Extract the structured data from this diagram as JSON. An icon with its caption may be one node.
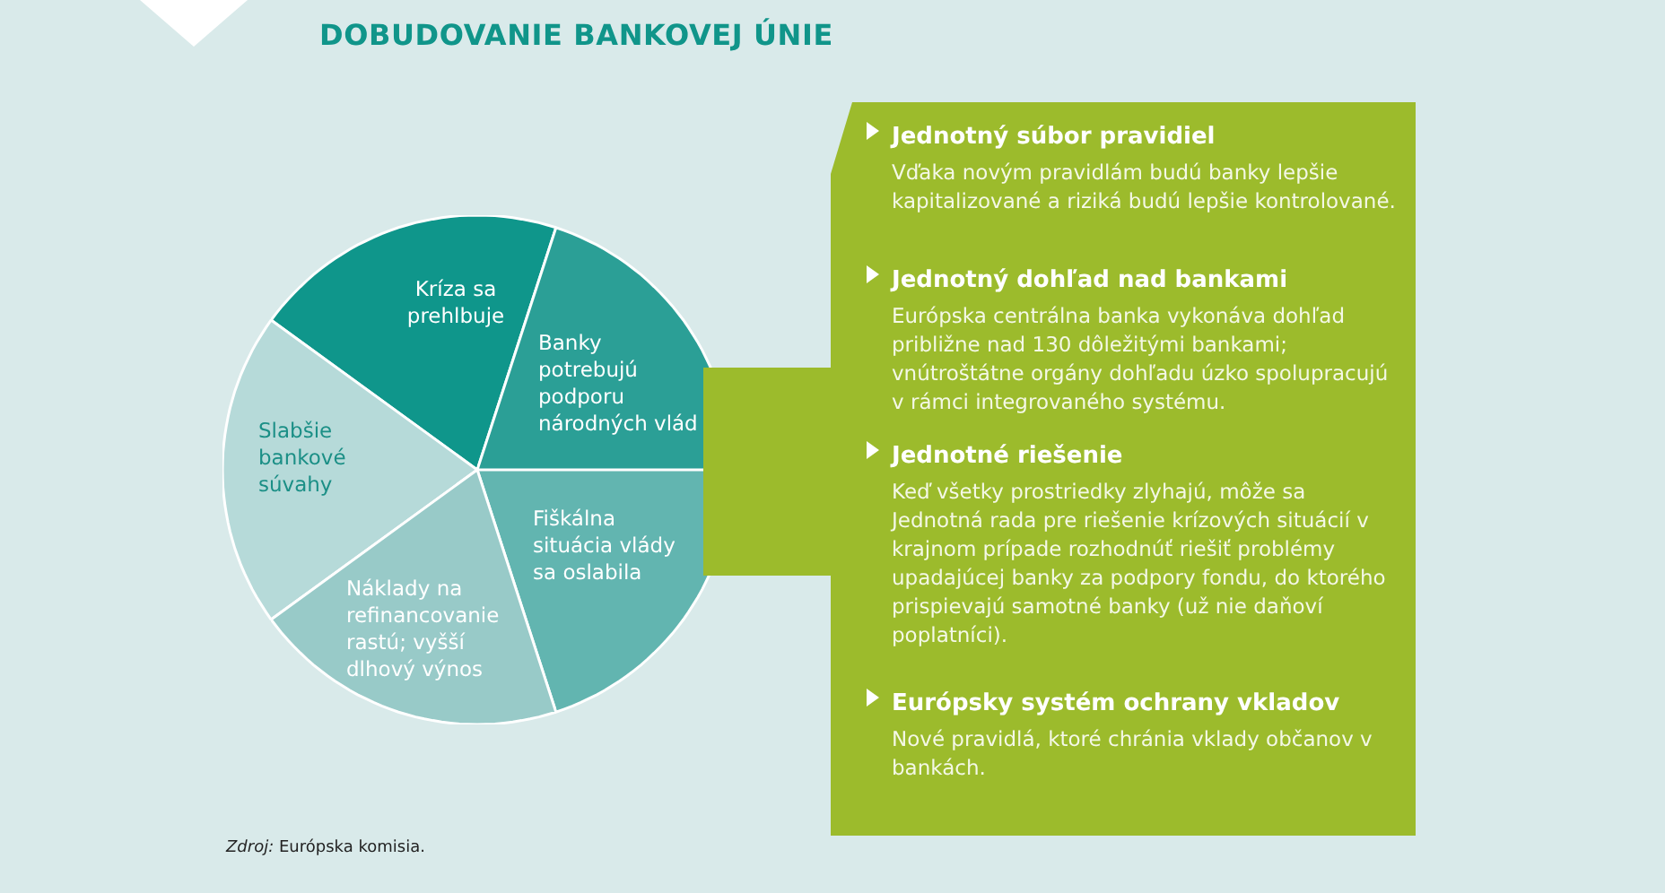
{
  "diagram": {
    "title": "DOBUDOVANIE BANKOVEJ ÚNIE",
    "caption": "*Zdroj:* Európska komisia.",
    "nodes": [
      {
        "text": [
          "Kríza sa prehlbuje"
        ]
      },
      {
        "text": [
          "Banky potrebujú podporu národných vlád"
        ]
      },
      {
        "text": [
          "Slabšie bankové súvahy"
        ]
      },
      {
        "text": [
          "Fiškálna situácia vlády sa oslabila"
        ]
      },
      {
        "text": [
          "Náklady na refinancovanie rastú; vyšší dlhový výnos"
        ]
      },
      {
        "text": [],
        "shape": "box"
      },
      {
        "text": [
          "Jednotný súbor pravidiel",
          "Vďaka novým pravidlám budú banky lepšie kapitalizované a riziká budú lepšie kontrolované."
        ],
        "in": 5
      },
      {
        "text": [
          "Jednotný dohľad nad bankami",
          "Európska centrálna banka vykonáva dohľad približne nad 130 dôležitými bankami; vnútroštátne orgány dohľadu úzko spolupracujú v rámci integrovaného systému."
        ],
        "in": 5
      },
      {
        "text": [
          "Jednotné riešenie",
          "Keď všetky prostriedky zlyhajú, môže sa Jednotná rada pre riešenie krízových situácií v krajnom prípade rozhodnúť riešiť problémy upadajúcej banky za podpory fondu, do ktorého prispievajú samotné banky (už nie daňoví poplatníci)."
        ],
        "in": 5
      },
      {
        "text": [
          "Európsky systém ochrany vkladov",
          "Nové pravidlá, ktoré chránia vklady občanov v bankách."
        ],
        "in": 5
      }
    ]
  }
}
